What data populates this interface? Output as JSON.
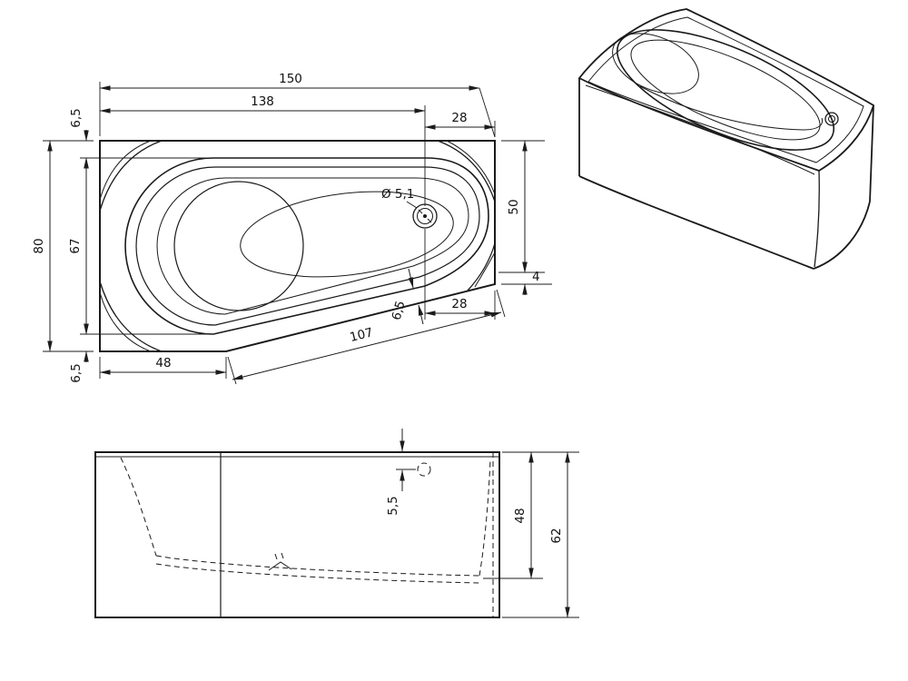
{
  "page": {
    "background": "#ffffff",
    "line_color": "#1a1a1a"
  },
  "views": {
    "plan": {
      "name": "top-view",
      "dims": {
        "overall_width": "150",
        "inner_width": "138",
        "drain_to_right_top": "28",
        "rim_top": "6,5",
        "overall_depth": "80",
        "inner_depth": "67",
        "rim_bottom": "6,5",
        "right_side": "50",
        "right_step": "4",
        "drain_to_right_bottom": "28",
        "rim_diagonal": "6,5",
        "diagonal_edge": "107",
        "bottom_left_width": "48",
        "drain_diameter": "Ø 5,1"
      }
    },
    "front": {
      "name": "front-view",
      "dims": {
        "overflow_offset": "5,5",
        "inner_height": "48",
        "overall_height": "62"
      }
    },
    "iso": {
      "name": "isometric-view"
    }
  }
}
